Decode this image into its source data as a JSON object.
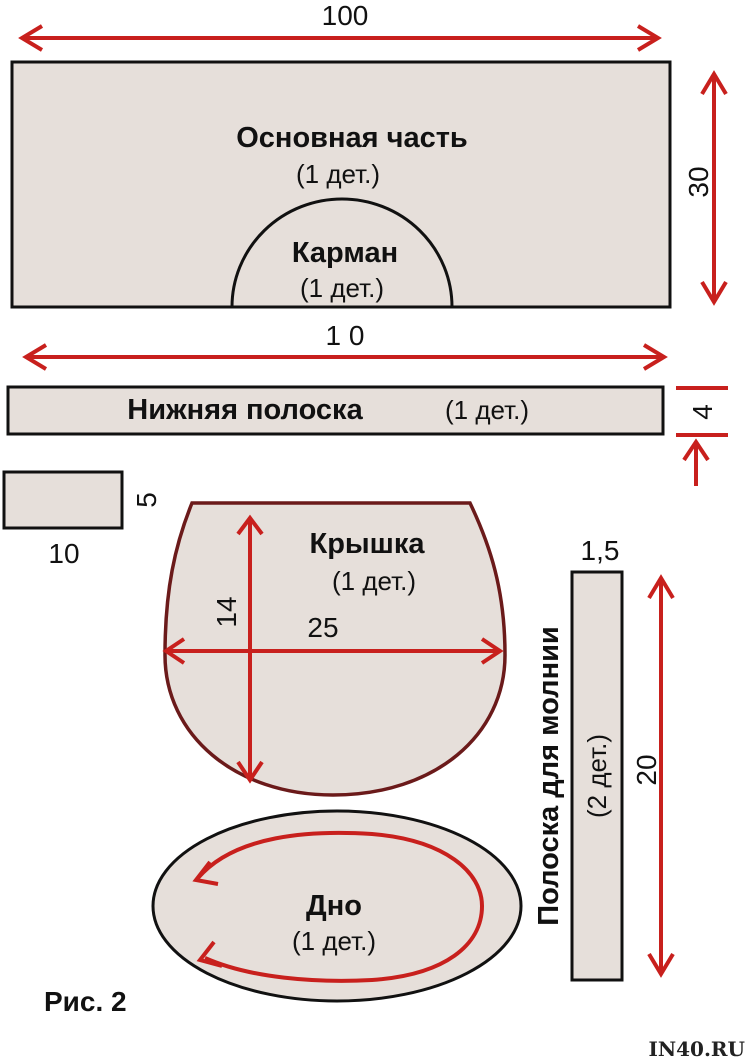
{
  "figure": {
    "caption": "Рис. 2",
    "watermark": "IN40.RU"
  },
  "pieces": {
    "main": {
      "title": "Основная часть",
      "qty": "(1 дет.)",
      "width_label": "100",
      "height_label": "30"
    },
    "pocket": {
      "title": "Карман",
      "qty": "(1 дет.)"
    },
    "bottom_strip": {
      "title": "Нижняя полоска",
      "qty": "(1 дет.)",
      "width_label": "1 0",
      "height_label": "4"
    },
    "small_rect": {
      "width_label": "10",
      "height_label": "5"
    },
    "lid": {
      "title": "Крышка",
      "qty": "(1 дет.)",
      "height_label": "14",
      "width_label": "25"
    },
    "zipper_strip": {
      "title": "Полоска для молнии",
      "qty": "(2 дет.)",
      "width_label": "1,5",
      "height_label": "20"
    },
    "base": {
      "title": "Дно",
      "qty": "(1 дет.)"
    }
  },
  "colors": {
    "piece_fill": "#e6dfda",
    "dimension_red": "#c8201d",
    "outline_dark_red": "#6b1a1a"
  }
}
